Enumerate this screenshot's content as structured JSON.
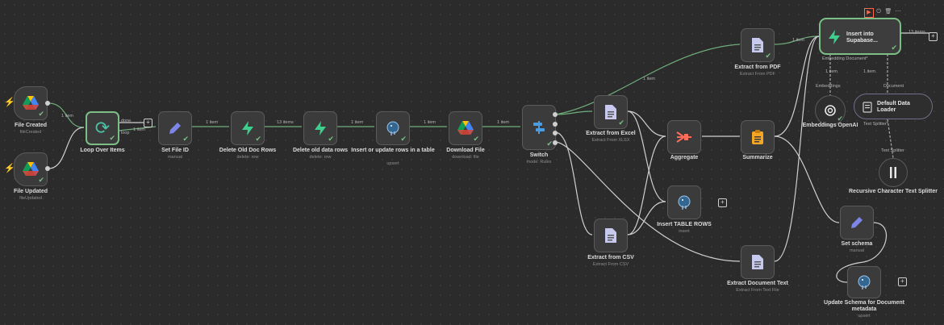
{
  "trigger_marker": "⚡",
  "nodes": {
    "file_created": {
      "label": "File Created",
      "sub": "fileCreated"
    },
    "file_updated": {
      "label": "File Updated",
      "sub": "fileUpdated"
    },
    "loop": {
      "label": "Loop Over Items",
      "done": "done",
      "loop": "loop"
    },
    "set_file_id": {
      "label": "Set File ID",
      "sub": "manual"
    },
    "delete_old_doc": {
      "label": "Delete Old Doc Rows",
      "sub": "delete: row"
    },
    "delete_old_data": {
      "label": "Delete old data rows",
      "sub": "delete: row"
    },
    "insert_update": {
      "label": "Insert or update rows in a table",
      "sub": "upsert"
    },
    "download_file": {
      "label": "Download File",
      "sub": "download: file"
    },
    "switch": {
      "label": "Switch",
      "sub": "mode: Rules"
    },
    "extract_pdf": {
      "label": "Extract from PDF",
      "sub": "Extract From PDF"
    },
    "extract_excel": {
      "label": "Extract from Excel",
      "sub": "Extract From XLSX"
    },
    "extract_csv": {
      "label": "Extract from CSV",
      "sub": "Extract From CSV"
    },
    "aggregate": {
      "label": "Aggregate"
    },
    "summarize": {
      "label": "Summarize"
    },
    "insert_table_rows": {
      "label": "Insert TABLE ROWS",
      "sub": "insert"
    },
    "extract_doc_text": {
      "label": "Extract Document Text",
      "sub": "Extract From Text File"
    },
    "insert_supabase": {
      "label": "Insert into Supabase...",
      "ports": "Embedding  Document*"
    },
    "embeddings": {
      "label": "Embeddings OpenAI"
    },
    "data_loader": {
      "label": "Default Data Loader",
      "port": "Text Splitter*"
    },
    "text_splitter": {
      "label": "Recursive Character Text Splitter"
    },
    "set_schema": {
      "label": "Set schema",
      "sub": "manual"
    },
    "update_schema": {
      "label": "Update Schema for Document metadata",
      "sub": "upsert"
    }
  },
  "edge_labels": {
    "created_loop": "1 item",
    "loop_done": "1 item",
    "setid": "1 item",
    "delete_doc": "13 items",
    "delete_data": "1 item",
    "insert_update": "1 item",
    "download": "1 item",
    "switch_pdf": "1 item",
    "pdf_supabase": "1 item",
    "supabase_out": "13 items",
    "embeddings": "1 item",
    "loader": "1 item",
    "embedding_port": "Embeddings",
    "document_port": "Document",
    "splitter_port": "Text Splitter"
  },
  "toolbar": {
    "run": "▶",
    "power": "⏻",
    "trash": "🗑",
    "more": "⋯"
  },
  "colors": {
    "accent": "#7bbf87",
    "bg": "#2b2b2b",
    "node": "#3b3b3b",
    "trigger": "#ff6a4d"
  }
}
